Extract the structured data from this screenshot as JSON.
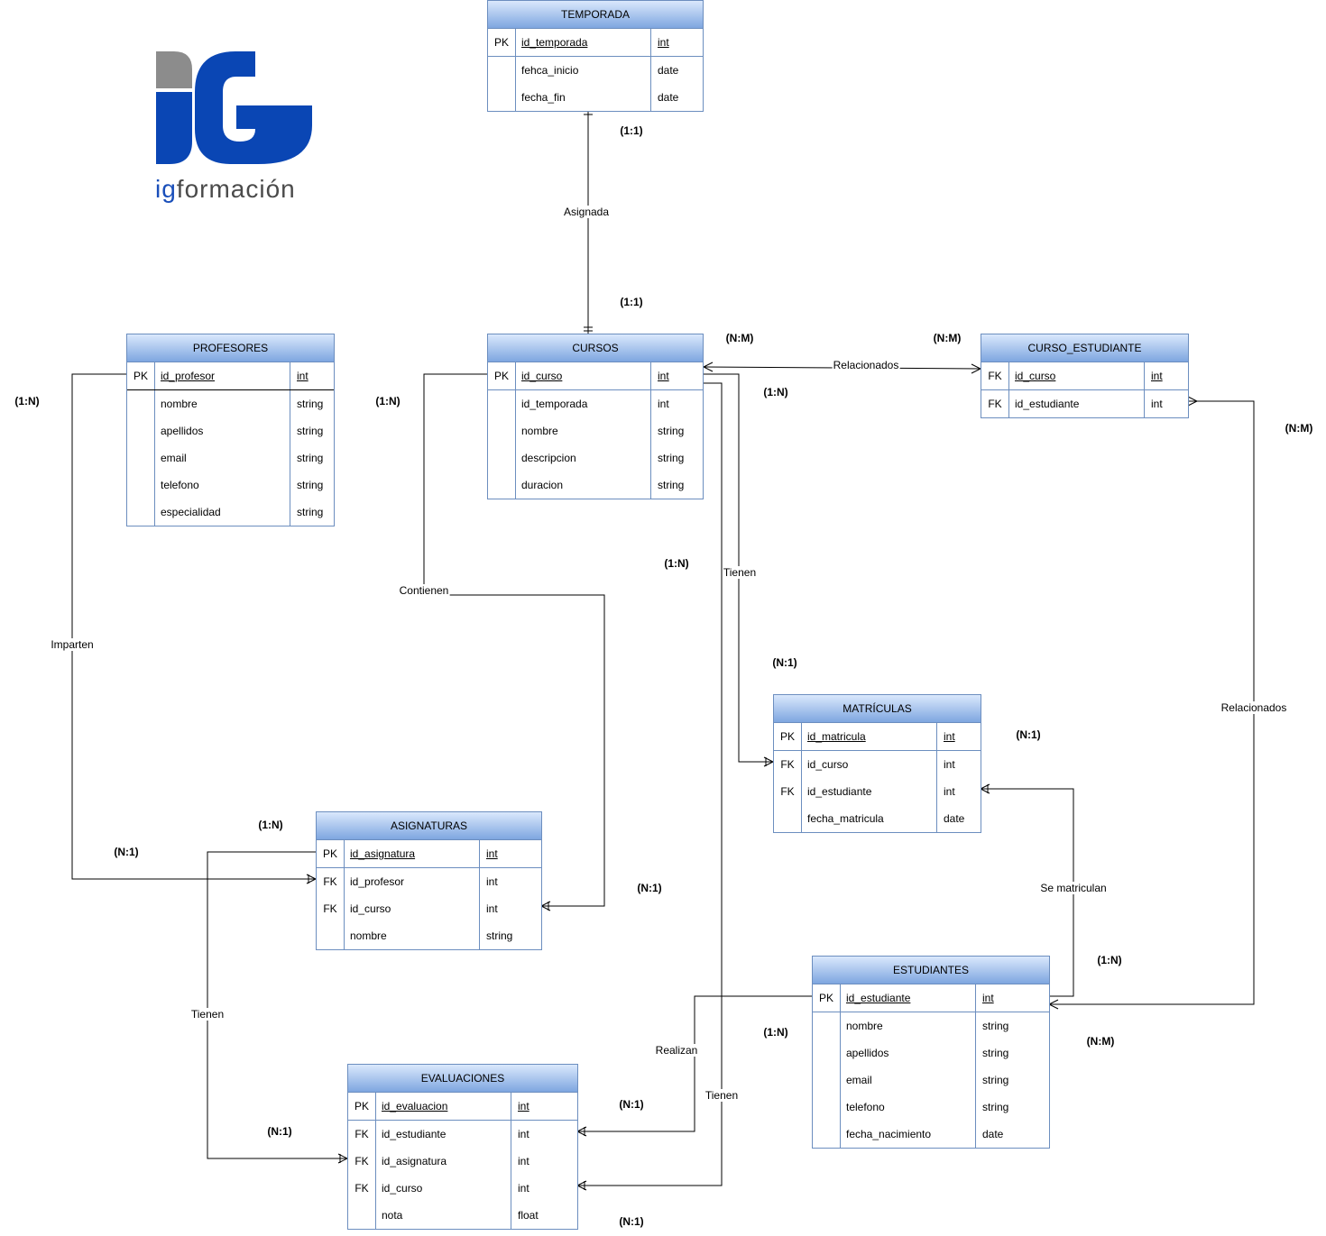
{
  "logo": {
    "brand_ig": "ig",
    "brand_rest": "formación",
    "colors": {
      "blue": "#0a46b4",
      "gray": "#8c8c8c"
    }
  },
  "colors": {
    "header_top": "#dae8fc",
    "header_bottom": "#7ea6e0",
    "border": "#6c8ebf",
    "edge": "#000000"
  },
  "entities": {
    "temporada": {
      "title": "TEMPORADA",
      "rows": [
        {
          "key": "PK",
          "name": "id_temporada",
          "type": "int"
        },
        {
          "key": "",
          "name": "fehca_inicio",
          "type": "date"
        },
        {
          "key": "",
          "name": "fecha_fin",
          "type": "date"
        }
      ]
    },
    "cursos": {
      "title": "CURSOS",
      "rows": [
        {
          "key": "PK",
          "name": "id_curso",
          "type": "int"
        },
        {
          "key": "",
          "name": "id_temporada",
          "type": "int"
        },
        {
          "key": "",
          "name": "nombre",
          "type": "string"
        },
        {
          "key": "",
          "name": "descripcion",
          "type": "string"
        },
        {
          "key": "",
          "name": "duracion",
          "type": "string"
        }
      ]
    },
    "profesores": {
      "title": "PROFESORES",
      "rows": [
        {
          "key": "PK",
          "name": "id_profesor",
          "type": "int"
        },
        {
          "key": "",
          "name": "nombre",
          "type": "string"
        },
        {
          "key": "",
          "name": "apellidos",
          "type": "string"
        },
        {
          "key": "",
          "name": "email",
          "type": "string"
        },
        {
          "key": "",
          "name": "telefono",
          "type": "string"
        },
        {
          "key": "",
          "name": "especialidad",
          "type": "string"
        }
      ]
    },
    "curso_estudiante": {
      "title": "CURSO_ESTUDIANTE",
      "rows": [
        {
          "key": "FK",
          "name": "id_curso",
          "type": "int"
        },
        {
          "key": "FK",
          "name": "id_estudiante",
          "type": "int"
        }
      ]
    },
    "matriculas": {
      "title": "MATRÍCULAS",
      "rows": [
        {
          "key": "PK",
          "name": "id_matricula",
          "type": "int"
        },
        {
          "key": "FK",
          "name": "id_curso",
          "type": "int"
        },
        {
          "key": "FK",
          "name": "id_estudiante",
          "type": "int"
        },
        {
          "key": "",
          "name": "fecha_matricula",
          "type": "date"
        }
      ]
    },
    "asignaturas": {
      "title": "ASIGNATURAS",
      "rows": [
        {
          "key": "PK",
          "name": "id_asignatura",
          "type": "int"
        },
        {
          "key": "FK",
          "name": "id_profesor",
          "type": "int"
        },
        {
          "key": "FK",
          "name": "id_curso",
          "type": "int"
        },
        {
          "key": "",
          "name": "nombre",
          "type": "string"
        }
      ]
    },
    "estudiantes": {
      "title": "ESTUDIANTES",
      "rows": [
        {
          "key": "PK",
          "name": "id_estudiante",
          "type": "int"
        },
        {
          "key": "",
          "name": "nombre",
          "type": "string"
        },
        {
          "key": "",
          "name": "apellidos",
          "type": "string"
        },
        {
          "key": "",
          "name": "email",
          "type": "string"
        },
        {
          "key": "",
          "name": "telefono",
          "type": "string"
        },
        {
          "key": "",
          "name": "fecha_nacimiento",
          "type": "date"
        }
      ]
    },
    "evaluaciones": {
      "title": "EVALUACIONES",
      "rows": [
        {
          "key": "PK",
          "name": "id_evaluacion",
          "type": "int"
        },
        {
          "key": "FK",
          "name": "id_estudiante",
          "type": "int"
        },
        {
          "key": "FK",
          "name": "id_asignatura",
          "type": "int"
        },
        {
          "key": "FK",
          "name": "id_curso",
          "type": "int"
        },
        {
          "key": "",
          "name": "nota",
          "type": "float"
        }
      ]
    }
  },
  "edge_labels": {
    "asignada": "Asignada",
    "relacionados_top": "Relacionados",
    "relacionados_right": "Relacionados",
    "tienen_matriculas": "Tienen",
    "contienen": "Contienen",
    "imparten": "Imparten",
    "tienen_evaluaciones": "Tienen",
    "se_matriculan": "Se matriculan",
    "realizan": "Realizan",
    "tienen_cursos_eval": "Tienen"
  },
  "cardinalities": {
    "temporada_1": "(1:1)",
    "cursos_1": "(1:1)",
    "cursos_nm": "(N:M)",
    "curso_est_nm_left": "(N:M)",
    "cursos_1n_right": "(1:N)",
    "curso_est_nm_right": "(N:M)",
    "cursos_1n_left": "(1:N)",
    "profesores_1n": "(1:N)",
    "cursos_1n_mid": "(1:N)",
    "matriculas_n1_top": "(N:1)",
    "matriculas_n1_right": "(N:1)",
    "asignaturas_1n": "(1:N)",
    "asignaturas_n1_left": "(N:1)",
    "asignaturas_n1_right": "(N:1)",
    "estudiantes_1n_top": "(1:N)",
    "estudiantes_1n_left": "(1:N)",
    "estudiantes_nm": "(N:M)",
    "evaluaciones_n1_left": "(N:1)",
    "evaluaciones_n1_right": "(N:1)",
    "evaluaciones_n1_bottom": "(N:1)"
  }
}
